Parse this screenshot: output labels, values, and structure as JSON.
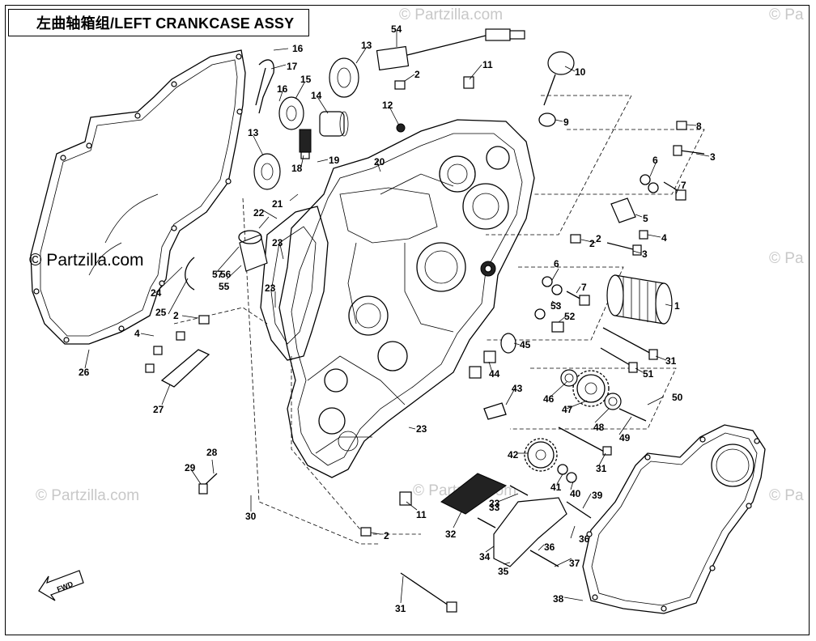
{
  "title": "左曲轴箱组/LEFT CRANKCASE ASSY",
  "watermarks": [
    {
      "text": "© Partzilla.com",
      "emphasis": "bold"
    },
    {
      "text": "© Partzilla.com"
    },
    {
      "text": "© Partzilla.com"
    },
    {
      "text": "© Pa"
    },
    {
      "text": "© Pa"
    },
    {
      "text": "© Pa"
    },
    {
      "text": "© Partzilla.com"
    }
  ],
  "fwd_label": "FWD",
  "callouts": [
    "1",
    "2",
    "2",
    "2",
    "2",
    "2",
    "3",
    "3",
    "4",
    "4",
    "5",
    "6",
    "6",
    "7",
    "7",
    "8",
    "9",
    "10",
    "11",
    "11",
    "12",
    "13",
    "13",
    "14",
    "15",
    "16",
    "16",
    "17",
    "18",
    "19",
    "20",
    "21",
    "22",
    "23",
    "23",
    "23",
    "23",
    "24",
    "25",
    "26",
    "27",
    "28",
    "29",
    "30",
    "31",
    "31",
    "31",
    "32",
    "33",
    "34",
    "35",
    "36",
    "36",
    "37",
    "38",
    "39",
    "40",
    "41",
    "42",
    "43",
    "44",
    "45",
    "46",
    "47",
    "48",
    "49",
    "50",
    "51",
    "52",
    "53",
    "54",
    "55",
    "56",
    "57"
  ]
}
